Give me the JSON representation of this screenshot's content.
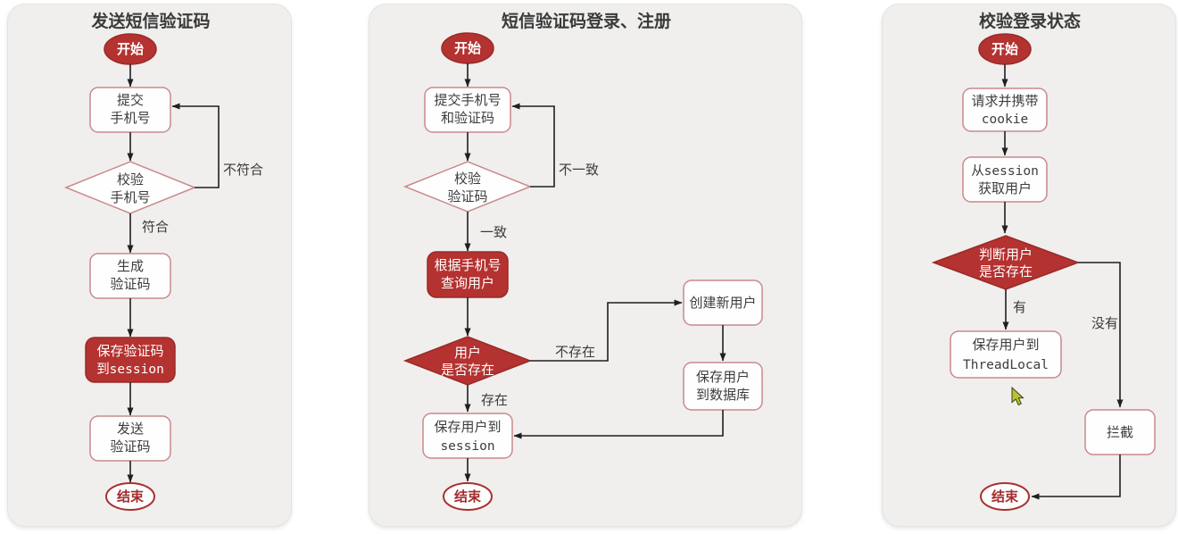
{
  "colors": {
    "red_fill": "#b43230",
    "red_stroke": "#9a2a28",
    "box_border": "#c9898b",
    "end_stroke": "#a93030",
    "end_text": "#a32c2c",
    "arrow": "#1f1f1f",
    "panel_bg": "#f0efed",
    "text": "#3d3d3d",
    "cursor_fill": "#b5c334"
  },
  "panels": [
    {
      "title": "发送短信验证码",
      "nodes": {
        "start": {
          "label": "开始"
        },
        "submit_phone": {
          "lines": [
            "提交",
            "手机号"
          ]
        },
        "check_phone": {
          "lines": [
            "校验",
            "手机号"
          ]
        },
        "gen_code": {
          "lines": [
            "生成",
            "验证码"
          ]
        },
        "save_code": {
          "lines": [
            "保存验证码",
            "到session"
          ]
        },
        "send_code": {
          "lines": [
            "发送",
            "验证码"
          ]
        },
        "end": {
          "label": "结束"
        }
      },
      "labels": {
        "not_match": "不符合",
        "match": "符合"
      }
    },
    {
      "title": "短信验证码登录、注册",
      "nodes": {
        "start": {
          "label": "开始"
        },
        "submit": {
          "lines": [
            "提交手机号",
            "和验证码"
          ]
        },
        "check_code": {
          "lines": [
            "校验",
            "验证码"
          ]
        },
        "query_user": {
          "lines": [
            "根据手机号",
            "查询用户"
          ]
        },
        "user_exists": {
          "lines": [
            "用户",
            "是否存在"
          ]
        },
        "create_user": {
          "label": "创建新用户"
        },
        "save_db": {
          "lines": [
            "保存用户",
            "到数据库"
          ]
        },
        "save_session": {
          "lines": [
            "保存用户到",
            "session"
          ]
        },
        "end": {
          "label": "结束"
        }
      },
      "labels": {
        "mismatch": "不一致",
        "match": "一致",
        "not_exist": "不存在",
        "exist": "存在"
      }
    },
    {
      "title": "校验登录状态",
      "nodes": {
        "start": {
          "label": "开始"
        },
        "request_cookie": {
          "lines": [
            "请求并携带",
            "cookie"
          ]
        },
        "get_user": {
          "lines": [
            "从session",
            "获取用户"
          ]
        },
        "judge_user": {
          "lines": [
            "判断用户",
            "是否存在"
          ]
        },
        "save_threadlocal": {
          "lines": [
            "保存用户到",
            "ThreadLocal"
          ]
        },
        "intercept": {
          "label": "拦截"
        },
        "end": {
          "label": "结束"
        }
      },
      "labels": {
        "yes": "有",
        "no": "没有"
      }
    }
  ]
}
